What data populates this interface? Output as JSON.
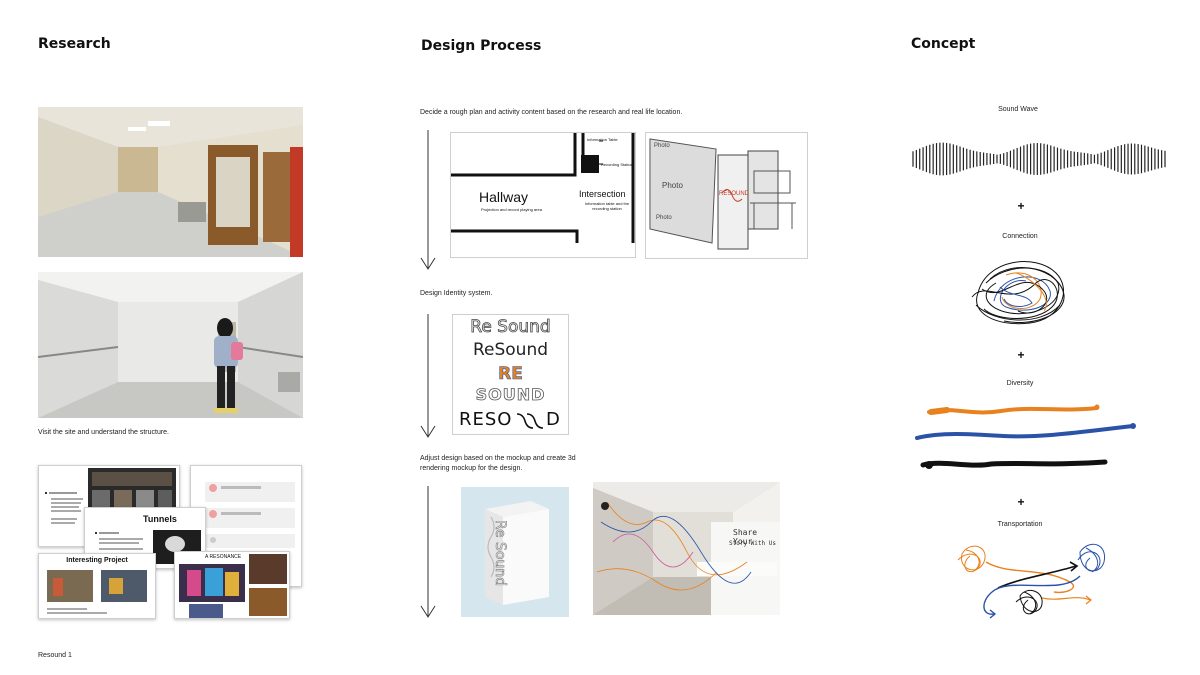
{
  "research": {
    "title": "Research",
    "caption": "Visit the site and understand the structure.",
    "slides": {
      "tunnels_title": "Tunnels",
      "interesting_title": "Interesting Project",
      "resonance_label": "A RESONANCE"
    },
    "footer": "Resound 1"
  },
  "design": {
    "title": "Design Process",
    "step1": "Decide a rough plan and activity content based on the research and real life location.",
    "plan": {
      "hallway": "Hallway",
      "hallway_sub": "Projection and record playing area",
      "intersection": "Intersection",
      "intersection_sub": "Information table and the recording station",
      "info_table": "Information Table",
      "recording_station": "Recording Station"
    },
    "sketch_labels": [
      "Photo",
      "Photo",
      "Photo",
      "RESOUND"
    ],
    "step2": "Design Identity system.",
    "identity": [
      "Re Sound",
      "ReSound",
      "RE",
      "SOUND",
      "RESO",
      "D"
    ],
    "step3_line1": "Adjust design based on the mockup and create 3d",
    "step3_line2": "rendering mockup for the design.",
    "box_text": "Re Sound",
    "wall_text_1": "Share Your",
    "wall_text_2": "Story With Us"
  },
  "concept": {
    "title": "Concept",
    "sound_wave": "Sound Wave",
    "plus": "+",
    "connection": "Connection",
    "diversity": "Diversity",
    "transportation": "Transportation"
  },
  "colors": {
    "orange": "#e8821e",
    "blue": "#2a53a8",
    "black": "#111111"
  }
}
